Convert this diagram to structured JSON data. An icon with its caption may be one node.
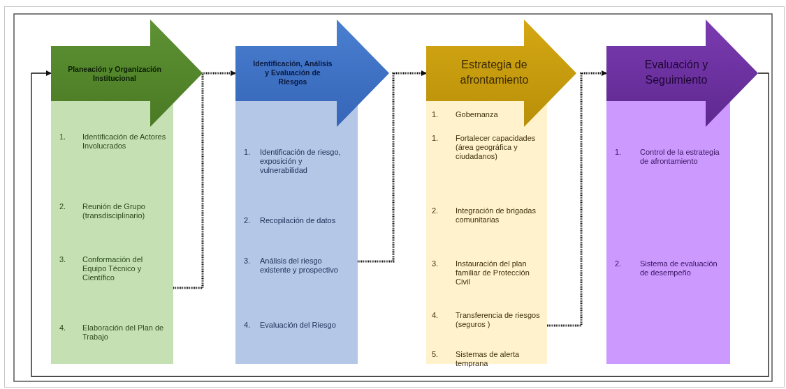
{
  "diagram": {
    "nodes": [
      {
        "text": [
          "Planeación y Organización Institucional",
          "1.",
          "Identificación de Actores Involucrados",
          "2.",
          "Reunión de Grupo (transdisciplinario)",
          "3.",
          "Conformación del Equipo Técnico y Científico",
          "4.",
          "Elaboración del Plan de Trabajo"
        ]
      },
      {
        "text": [
          "Identificación, Análisis y Evaluación de Riesgos",
          "1.",
          "Identificación de riesgo, exposición y vulnerabilidad",
          "2.",
          "Recopilación de datos",
          "3.",
          "Análisis del riesgo existente y prospectivo",
          "4.",
          "Evaluación del Riesgo"
        ]
      },
      {
        "text": [
          "Estrategia de afrontamiento",
          "1.",
          "Gobernanza",
          "1.",
          "Fortalecer capacidades (área geográfica y ciudadanos)",
          "2.",
          "Integración de brigadas comunitarias",
          "3.",
          "Instauración del plan familiar de Protección Civil",
          "4.",
          "Transferencia de riesgos (seguros )",
          "5.",
          "Sistemas de alerta temprana"
        ]
      },
      {
        "text": [
          "Evaluación y Seguimiento",
          "1.",
          "Control de la estrategia de afrontamiento",
          "2.",
          "Sistema de evaluación de desempeño"
        ]
      }
    ],
    "edges": [
      {
        "from": 0,
        "to": 1,
        "arrow": "to",
        "style": "dashed"
      },
      {
        "from": 1,
        "to": 2,
        "arrow": "to",
        "style": "dashed"
      },
      {
        "from": 2,
        "to": 3,
        "arrow": "to",
        "style": "dashed"
      },
      {
        "from": 3,
        "to": 0,
        "arrow": "to"
      }
    ]
  }
}
